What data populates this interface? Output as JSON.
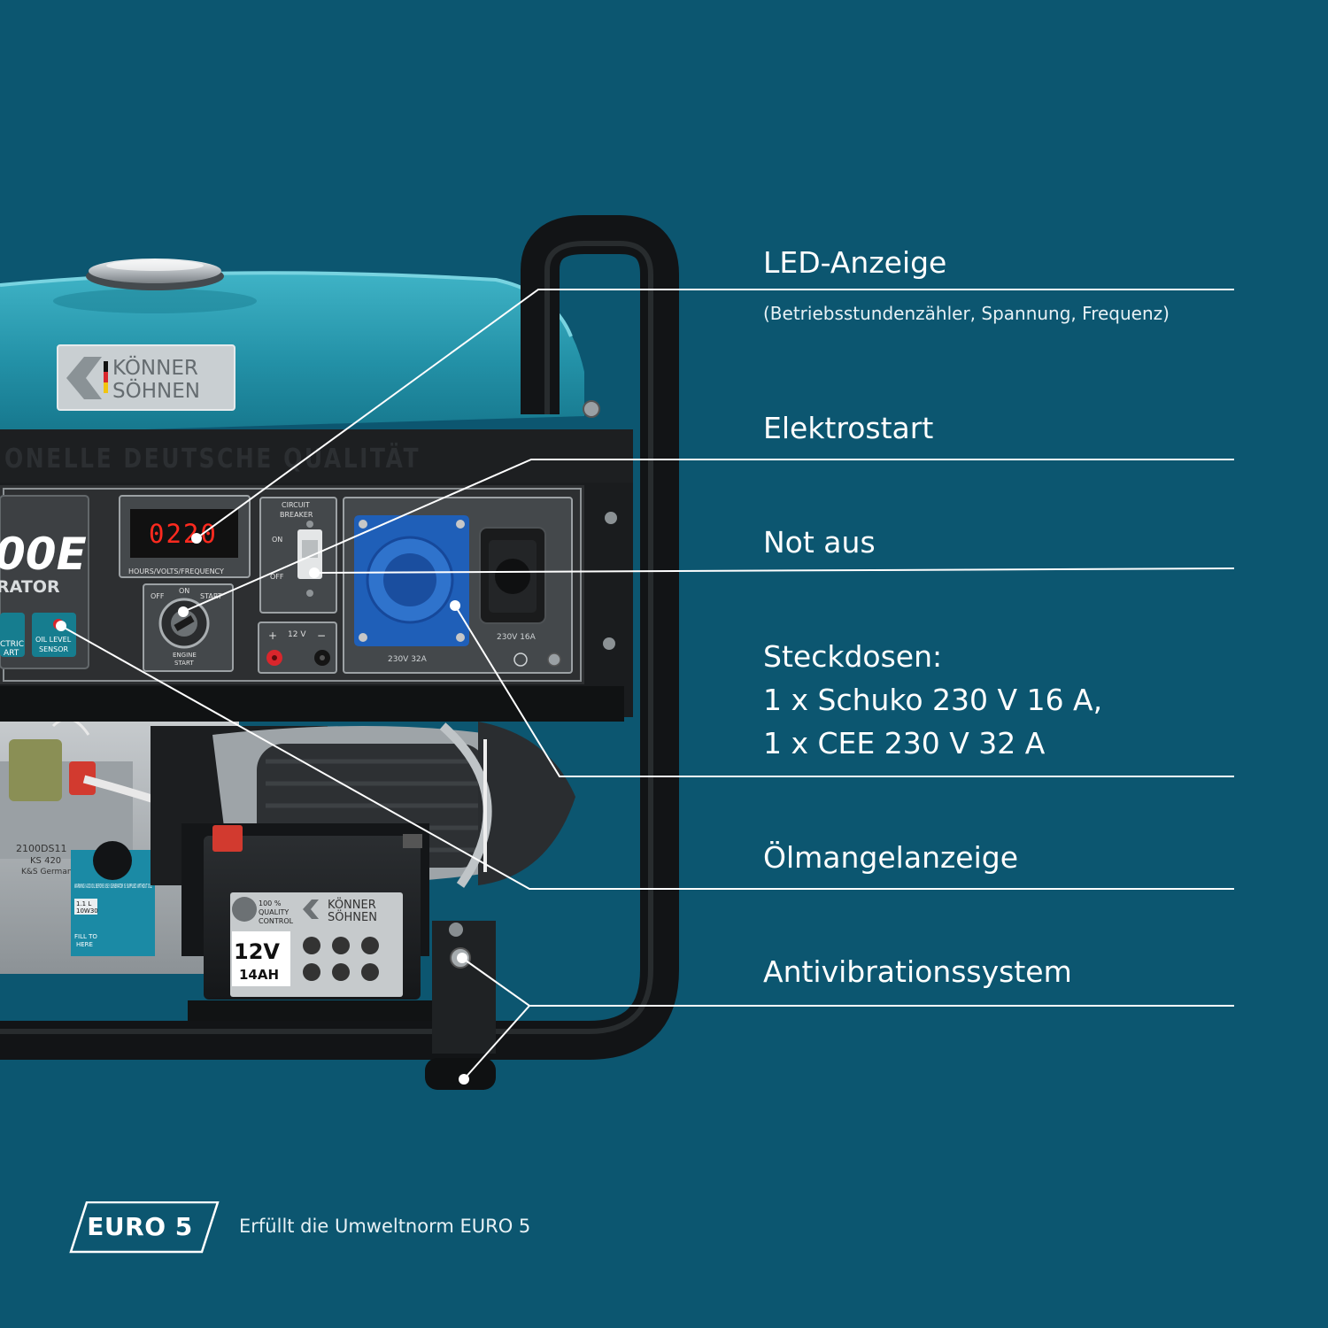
{
  "callouts": {
    "led_display": {
      "title": "LED-Anzeige",
      "subtitle": "(Betriebsstundenzähler, Spannung, Frequenz)"
    },
    "electric_start": {
      "title": "Elektrostart"
    },
    "emergency_stop": {
      "title": "Not aus"
    },
    "sockets": {
      "lines": [
        "Steckdosen:",
        "1 x Schuko 230 V 16 A,",
        "1 x CEE 230 V 32 A"
      ]
    },
    "oil_warning": {
      "title": "Ölmangelanzeige"
    },
    "antivibration": {
      "title": "Antivibrationssystem"
    }
  },
  "generator": {
    "brand_line_1": "KÖNNER",
    "brand_line_2": "SÖHNEN",
    "embossed_text": "ONELLE DEUTSCHE QUALITÄT",
    "model_fragment": "00E",
    "model_subtitle": "RATOR",
    "display": {
      "reading": "0220",
      "caption": "HOURS/VOLTS/FREQUENCY"
    },
    "breaker": {
      "title_1": "CIRCUIT",
      "title_2": "BREAKER",
      "on": "ON",
      "off": "OFF"
    },
    "ignition": {
      "off": "OFF",
      "on": "ON",
      "start": "START",
      "caption_1": "ENGINE",
      "caption_2": "START"
    },
    "dc_output": {
      "plus": "+",
      "voltage": "12 V",
      "minus": "−"
    },
    "cee_socket_rating": "230V 32A",
    "schuko_socket_rating": "230V 16A",
    "electric_start_badge": {
      "line_1": "CTRIC",
      "line_2": "ART"
    },
    "oil_badge": {
      "line_1": "OIL LEVEL",
      "line_2": "SENSOR"
    },
    "battery": {
      "quality_1": "100 %",
      "quality_2": "QUALITY",
      "quality_3": "CONTROL",
      "brand_1": "KÖNNER",
      "brand_2": "SÖHNEN",
      "voltage": "12V",
      "capacity": "14AH"
    },
    "engine_label_1": "2100DS11",
    "engine_label_2": "KS 420",
    "engine_label_3": "K&S Germany",
    "oil_tag_1": "1.1 L",
    "oil_tag_2": "10W30",
    "oil_tag_3": "FILL TO",
    "oil_tag_4": "HERE",
    "warning_text": "WARNING! ADD OIL BEFORE USE! GENERATOR IS SUPPLIED WITHOUT OIL!"
  },
  "footer": {
    "badge": "EURO 5",
    "text": "Erfüllt die Umweltnorm EURO 5"
  },
  "colors": {
    "background": "#0c5670",
    "tank": "#2a9bb0",
    "frame": "#17191b",
    "panel": "#3b3d40",
    "cee_socket": "#1f5fb8",
    "lines": "#ffffff"
  }
}
